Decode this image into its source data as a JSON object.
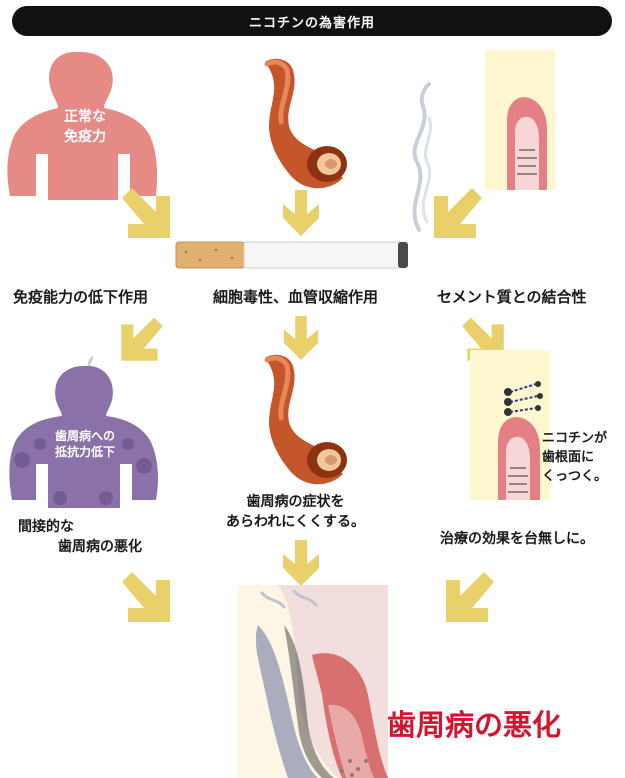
{
  "title": "ニコチンの為害作用",
  "figure": {
    "healthy_body_text_line1": "正常な",
    "healthy_body_text_line2": "免疫力",
    "damaged_body_text_line1": "歯周病への",
    "damaged_body_text_line2": "抵抗力低下"
  },
  "effects": {
    "left": "免疫能力の低下作用",
    "center": "細胞毒性、血管収縮作用",
    "right": "セメント質との結合性"
  },
  "results": {
    "left_line1": "間接的な",
    "left_line2": "歯周病の悪化",
    "center_line1": "歯周病の症状を",
    "center_line2": "あらわれにくくする。",
    "right": "治療の効果を台無しに。",
    "nicotine_line1": "ニコチンが",
    "nicotine_line2": "歯根面に",
    "nicotine_line3": "くっつく。"
  },
  "final": "歯周病の悪化",
  "colors": {
    "arrow": "#ead06a",
    "body": "#e58a84",
    "body_damaged": "#8a72a8",
    "vessel": "#c4562a",
    "accent_red": "#d7142f"
  }
}
